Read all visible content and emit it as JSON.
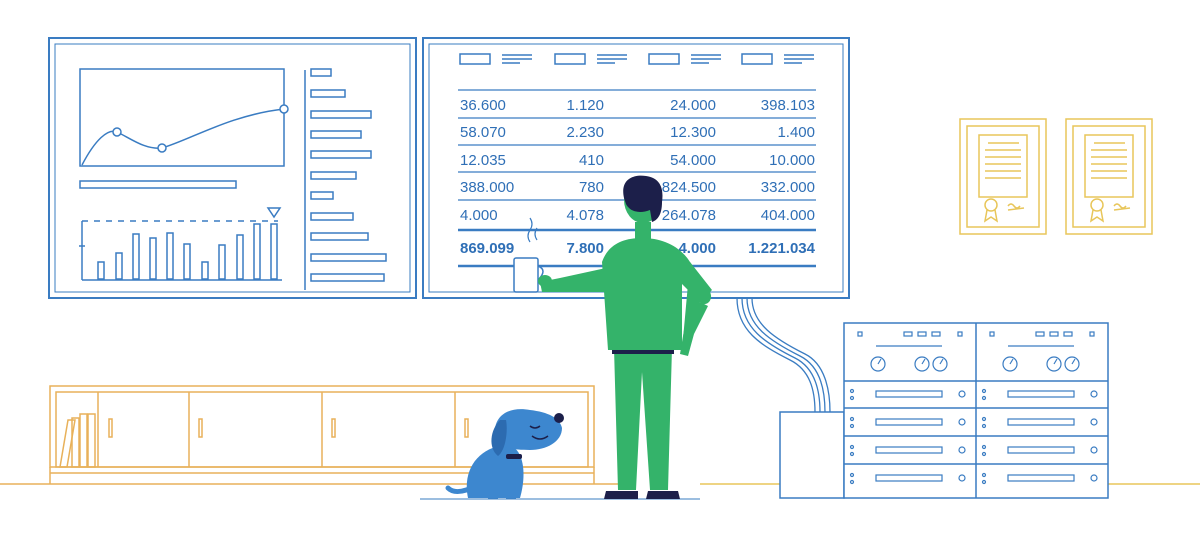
{
  "colors": {
    "blue_line": "#3a7cc2",
    "blue_text": "#2f6fb6",
    "gold": "#e8c65a",
    "orange": "#e8b15a",
    "green": "#34b36a",
    "navy": "#1c1f4a",
    "dog": "#3d87cf"
  },
  "table": {
    "rows": [
      [
        "36.600",
        "1.120",
        "24.000",
        "398.103"
      ],
      [
        "58.070",
        "2.230",
        "12.300",
        "1.400"
      ],
      [
        "12.035",
        "410",
        "54.000",
        "10.000"
      ],
      [
        "388.000",
        "780",
        "824.500",
        "332.000"
      ],
      [
        "4.000",
        "4.078",
        "264.078",
        "404.000"
      ]
    ],
    "totals": [
      "869.099",
      "7.800",
      "4.000",
      "1.221.034"
    ]
  },
  "icons": [
    "line-chart-icon",
    "bar-chart-icon",
    "certificate-icon",
    "server-rack-icon",
    "coffee-mug-icon",
    "dog-icon",
    "person-icon",
    "bookshelf-icon"
  ]
}
